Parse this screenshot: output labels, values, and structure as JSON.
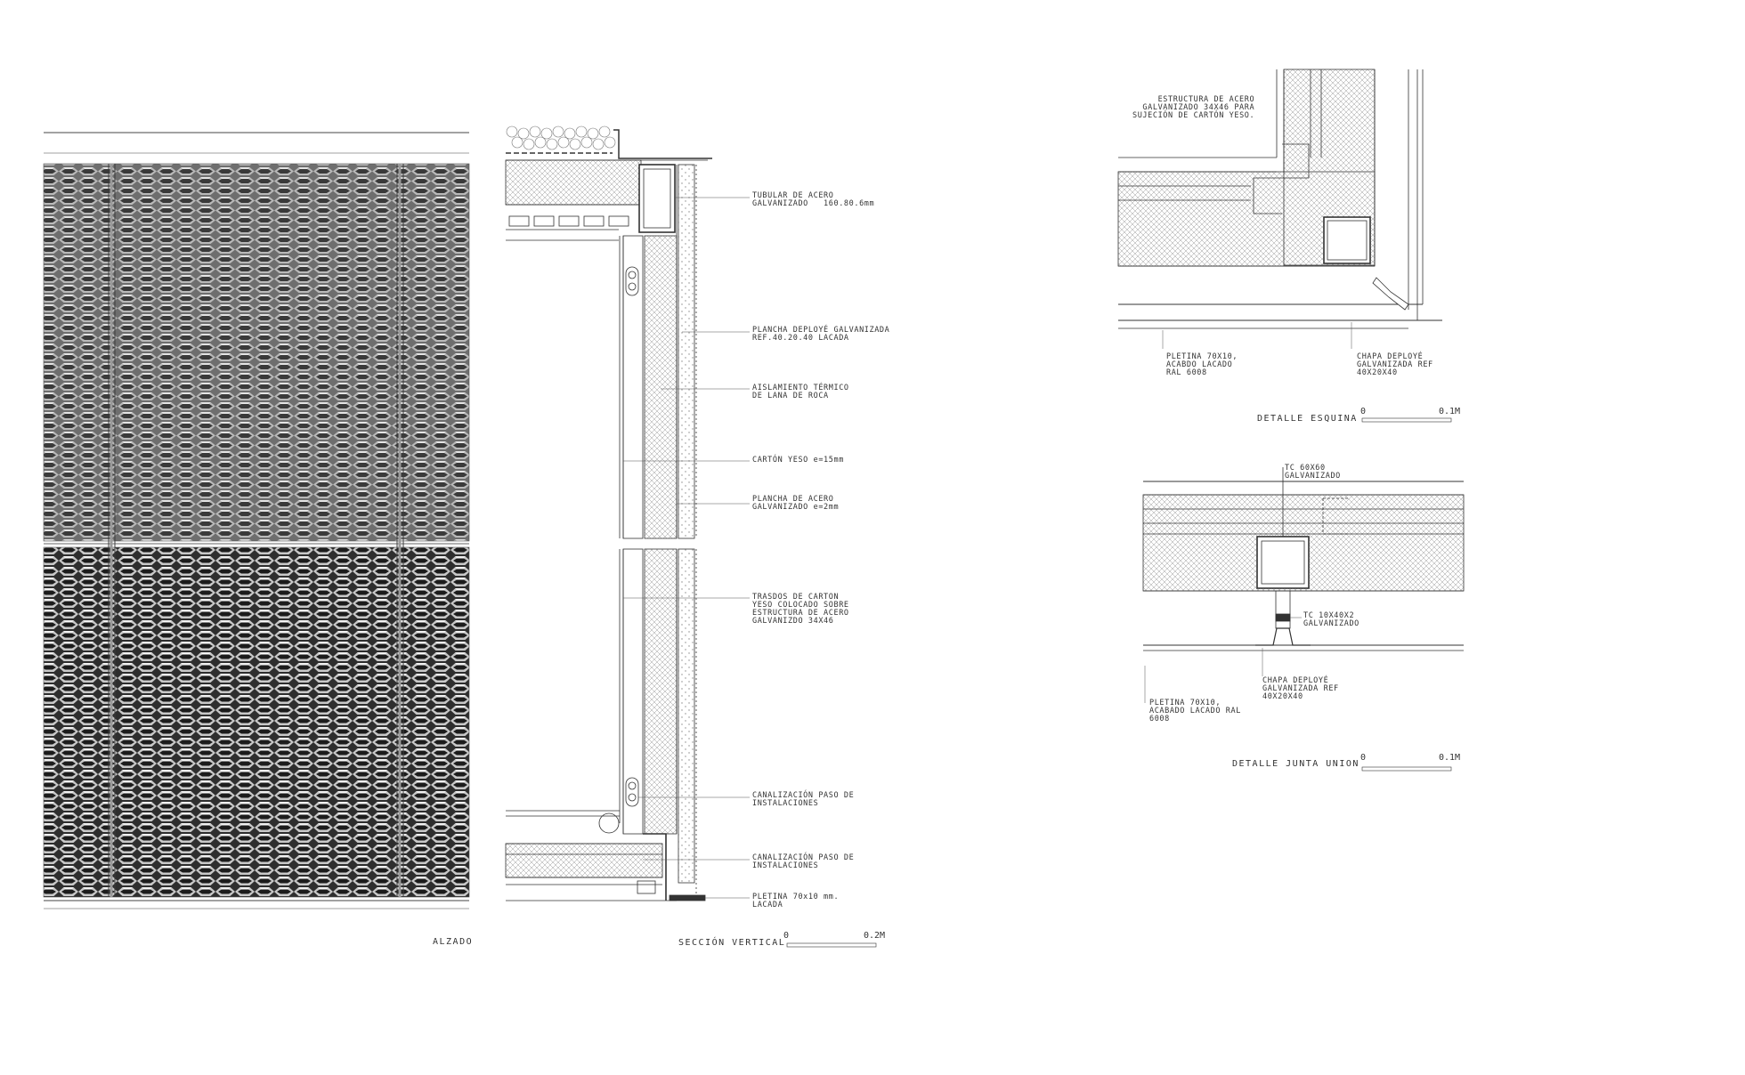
{
  "drawings": {
    "alzado": {
      "title": "ALZADO"
    },
    "seccion": {
      "title": "SECCIÓN VERTICAL",
      "scale": {
        "start": "0",
        "end": "0.2M"
      },
      "labels": [
        "TUBULAR DE ACERO\nGALVANIZADO   160.80.6mm",
        "PLANCHA DEPLOYÉ GALVANIZADA\nREF.40.20.40 LACADA",
        "AISLAMIENTO TÉRMICO\nDE LANA DE ROCA",
        "CARTÓN YESO e=15mm",
        "PLANCHA DE ACERO\nGALVANIZADO e=2mm",
        "TRASDOS DE CARTON\nYESO COLOCADO SOBRE\nESTRUCTURA DE ACERO\nGALVANIZDO 34X46",
        "CANALIZACIÓN PASO DE\nINSTALACIONES",
        "CANALIZACIÓN PASO DE\nINSTALACIONES",
        "PLETINA 70x10 mm.\nLACADA"
      ]
    },
    "esquina": {
      "title": "DETALLE ESQUINA",
      "scale": {
        "start": "0",
        "end": "0.1M"
      },
      "labels": [
        "ESTRUCTURA DE ACERO\nGALVANIZADO 34X46 PARA\nSUJECIÓN DE CARTÓN YESO.",
        "PLETINA 70X10,\nACABDO LACADO\nRAL 6008",
        "CHAPA DEPLOYÉ\nGALVANIZADA REF\n40X20X40"
      ]
    },
    "junta": {
      "title": "DETALLE JUNTA UNION",
      "scale": {
        "start": "0",
        "end": "0.1M"
      },
      "labels": [
        "TC 60X60\nGALVANIZADO",
        "TC 10X40X2\nGALVANIZADO",
        "CHAPA DEPLOYÉ\nGALVANIZADA REF\n40X20X40",
        "PLETINA 70X10,\nACABADO LACADO RAL\n6008"
      ]
    }
  }
}
